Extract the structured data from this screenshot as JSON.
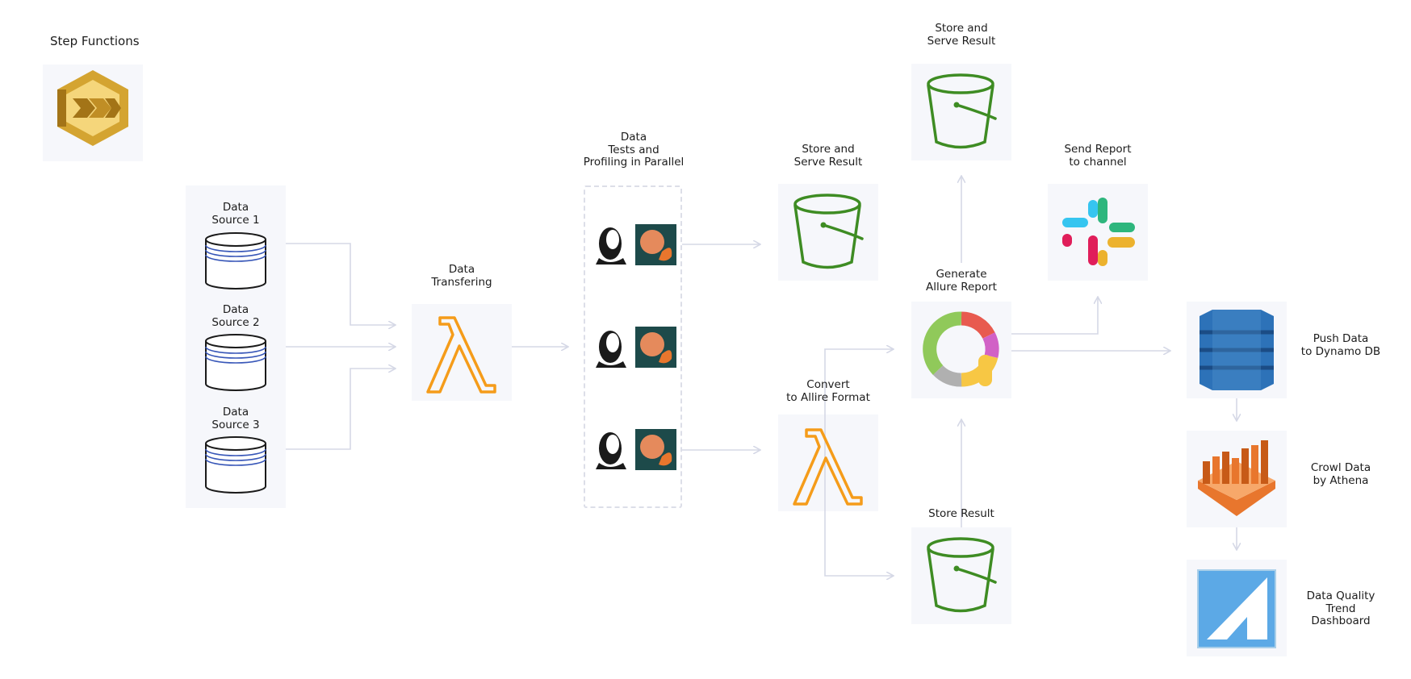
{
  "title": "Step Functions",
  "nodes": {
    "source1": "Data\nSource 1",
    "source2": "Data\nSource 2",
    "source3": "Data\nSource 3",
    "transfer": "Data\nTransfering",
    "tests": "Data\nTests and\nProfiling in Parallel",
    "store_serve_1": "Store and\nServe Result",
    "store_serve_2": "Store and\nServe Result",
    "generate": "Generate\nAllure Report",
    "convert": "Convert\nto Allire Format",
    "store_result": "Store Result",
    "send_report": "Send Report\nto channel",
    "push_data": "Push Data\nto Dynamo DB",
    "crowl_data": "Crowl Data\nby Athena",
    "dashboard": "Data Quality\nTrend\nDashboard"
  },
  "icons": {
    "step_functions": "step-functions-icon",
    "database": "database-icon",
    "lambda": "lambda-icon",
    "great_expectations": "great-expectations-icon",
    "pandas_profiling": "pandas-profiling-icon",
    "s3_bucket": "s3-bucket-icon",
    "allure": "allure-report-icon",
    "slack": "slack-icon",
    "dynamodb": "dynamodb-icon",
    "athena": "athena-icon",
    "quicksight": "quicksight-icon"
  },
  "colors": {
    "arrow": "#d5d8e6",
    "panel": "#f6f7fb",
    "lambda": "#f59c1a",
    "bucket": "#3e8c23",
    "database": "#3857b8",
    "step_functions": "#d4a431",
    "dynamodb": "#2d72b8",
    "athena": "#e8762d",
    "quicksight": "#5ca9e6"
  }
}
